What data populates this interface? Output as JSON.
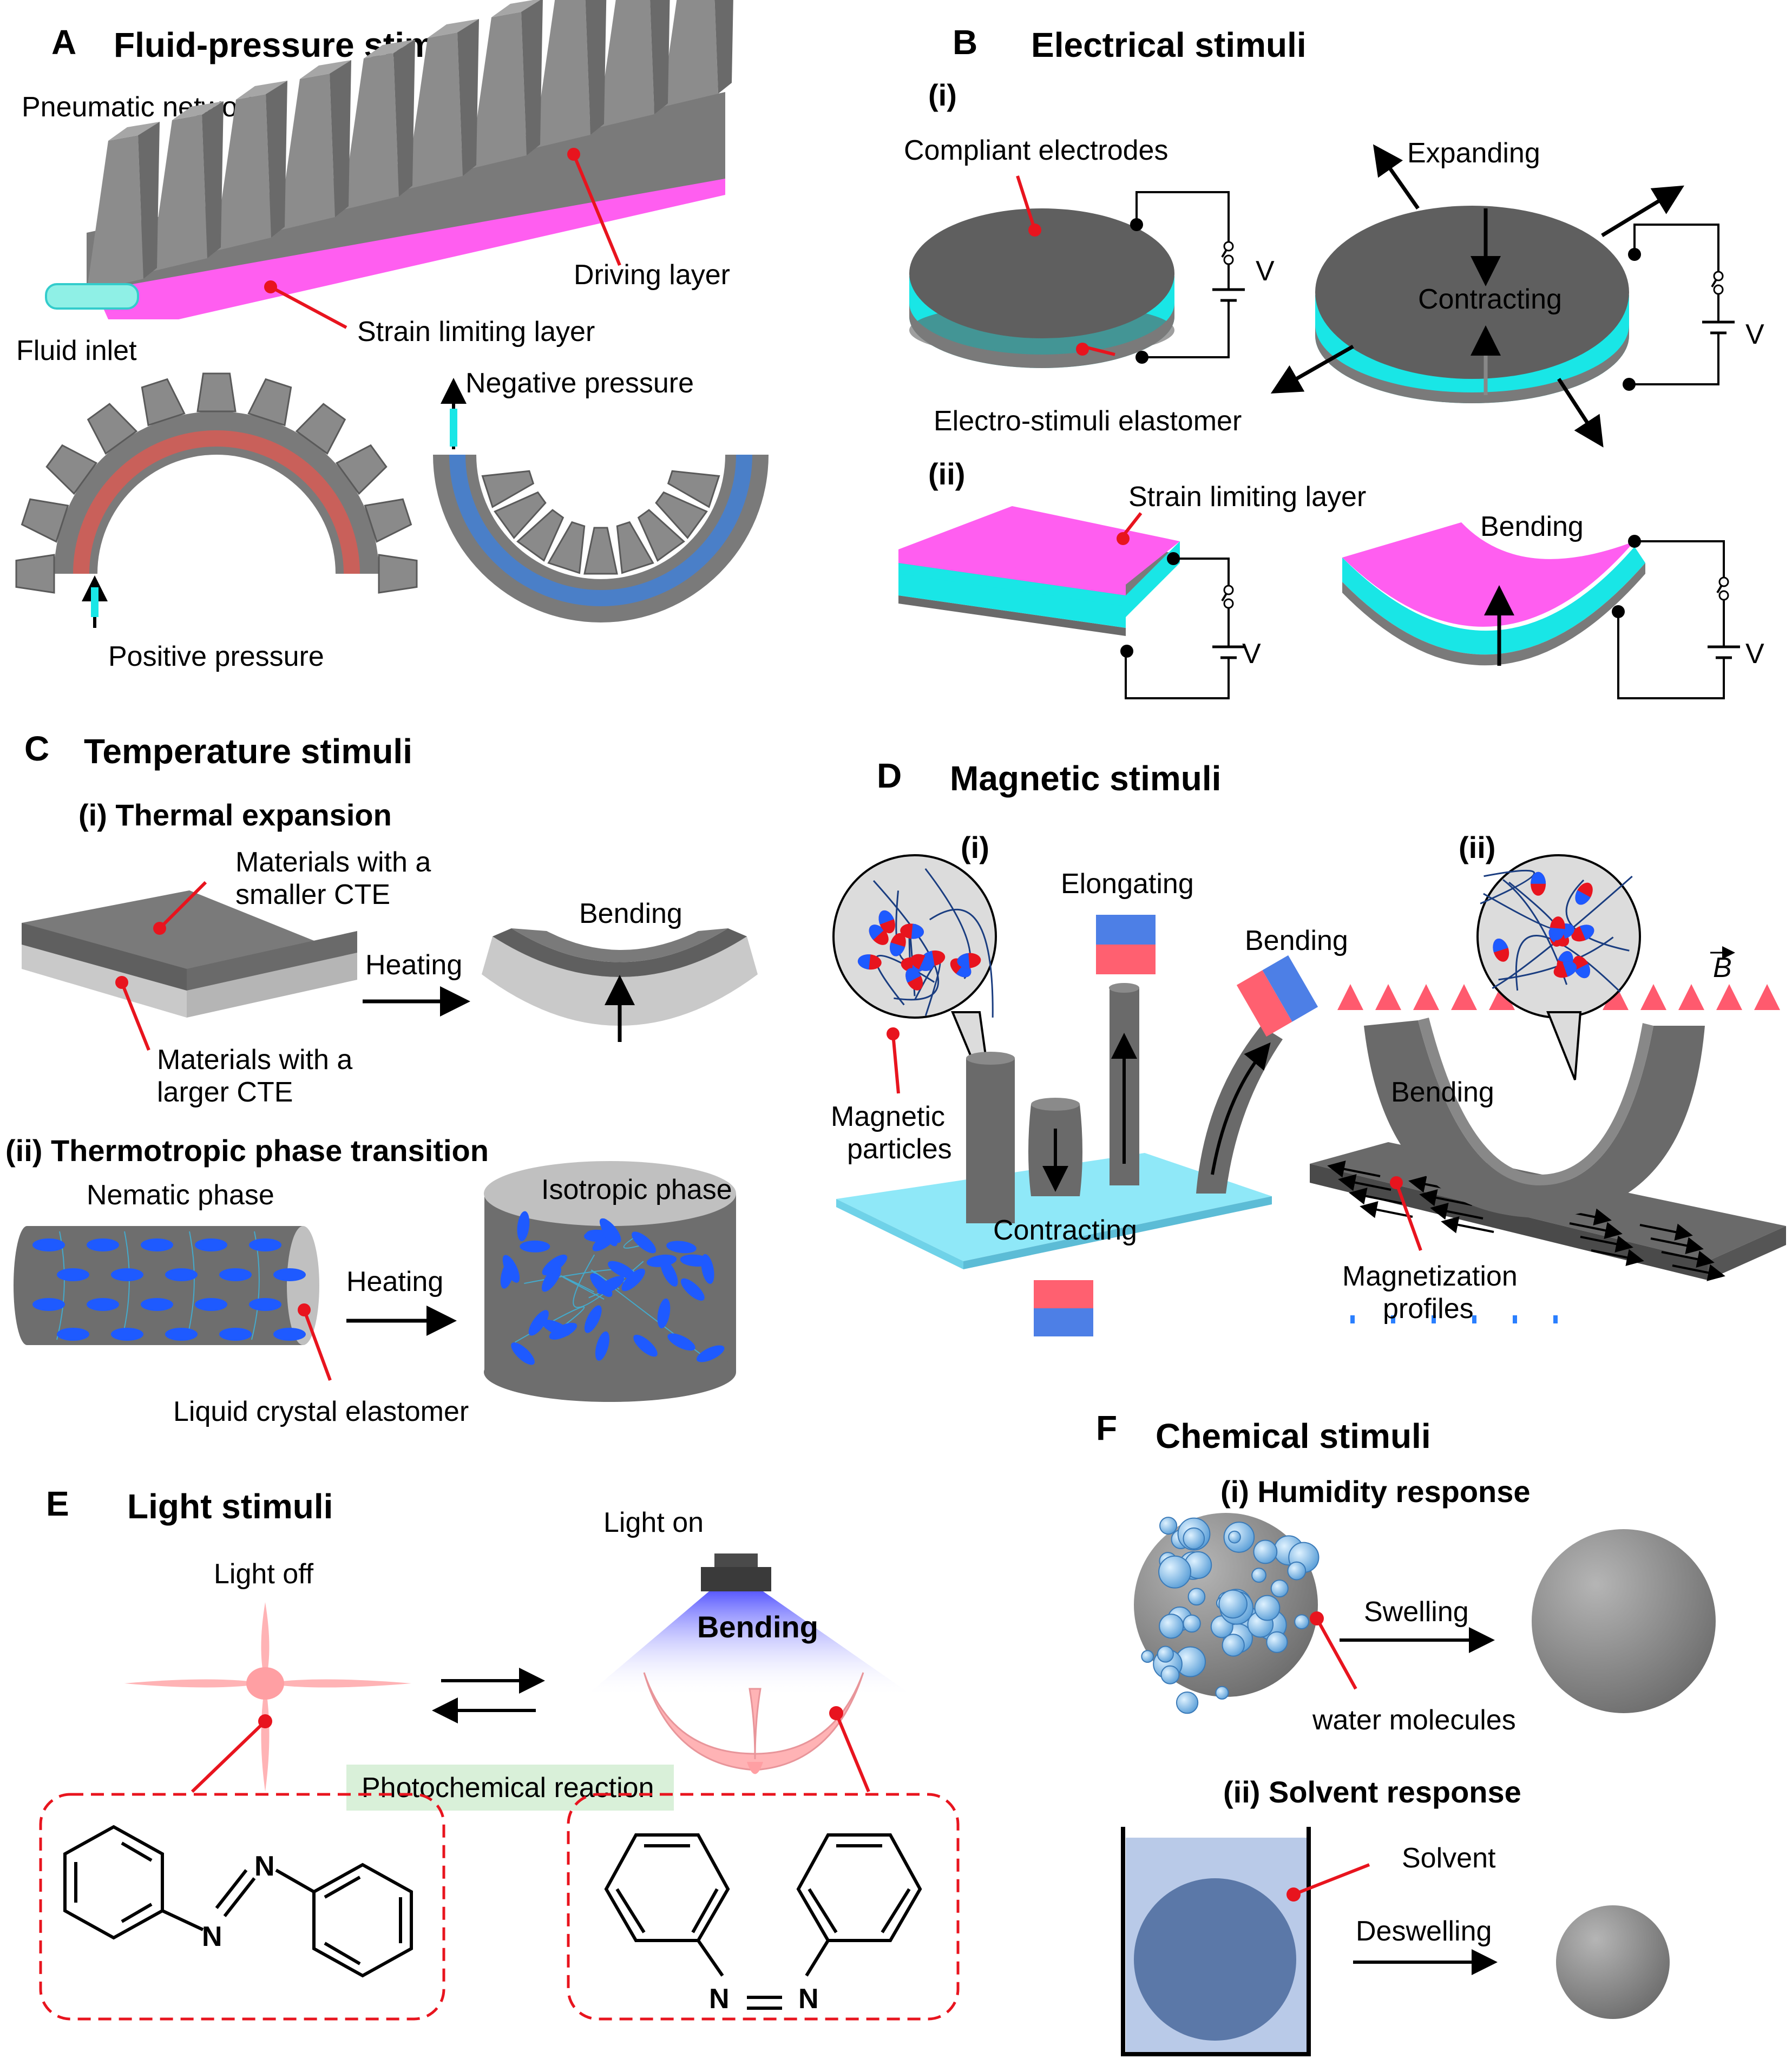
{
  "panels": {
    "A": {
      "letter": "A",
      "title": "Fluid-pressure stimuli",
      "labels": {
        "pneumatic_network": "Pneumatic network",
        "driving_layer": "Driving layer",
        "strain_limiting_layer": "Strain limiting layer",
        "fluid_inlet": "Fluid inlet",
        "negative_pressure": "Negative pressure",
        "positive_pressure": "Positive pressure"
      }
    },
    "B": {
      "letter": "B",
      "title": "Electrical stimuli",
      "sub_i": "(i)",
      "sub_ii": "(ii)",
      "labels": {
        "compliant_electrodes": "Compliant electrodes",
        "expanding": "Expanding",
        "contracting": "Contracting",
        "electro_elastomer": "Electro-stimuli elastomer",
        "strain_limiting_layer": "Strain limiting layer",
        "bending": "Bending",
        "voltage": "V"
      }
    },
    "C": {
      "letter": "C",
      "title": "Temperature stimuli",
      "sub_i": "(i) Thermal expansion",
      "sub_ii": "(ii) Thermotropic phase transition",
      "labels": {
        "smaller_cte_1": "Materials with a",
        "smaller_cte_2": "smaller CTE",
        "larger_cte_1": "Materials with a",
        "larger_cte_2": "larger CTE",
        "heating": "Heating",
        "bending": "Bending",
        "nematic": "Nematic phase",
        "isotropic": "Isotropic phase",
        "lce": "Liquid crystal elastomer"
      }
    },
    "D": {
      "letter": "D",
      "title": "Magnetic stimuli",
      "sub_i": "(i)",
      "sub_ii": "(ii)",
      "labels": {
        "elongating": "Elongating",
        "bending": "Bending",
        "magnetic_particles_1": "Magnetic",
        "magnetic_particles_2": "particles",
        "contracting": "Contracting",
        "bending_ii": "Bending",
        "magnetization_1": "Magnetization",
        "magnetization_2": "profiles",
        "b_field": "B"
      }
    },
    "E": {
      "letter": "E",
      "title": "Light stimuli",
      "labels": {
        "light_off": "Light off",
        "light_on": "Light on",
        "bending": "Bending",
        "photochemical": "Photochemical reaction",
        "n": "N"
      }
    },
    "F": {
      "letter": "F",
      "title": "Chemical stimuli",
      "sub_i": "(i) Humidity response",
      "sub_ii": "(ii) Solvent response",
      "labels": {
        "swelling": "Swelling",
        "water": "water molecules",
        "solvent": "Solvent",
        "deswelling": "Deswelling"
      }
    }
  },
  "colors": {
    "gray_dark": "#5f5f5f",
    "gray_mid": "#8c8c8c",
    "cyan": "#19e6e6",
    "magenta": "#ff5ef0",
    "red": "#e8141e",
    "blue": "#1e5aff",
    "pink": "#ff6070",
    "solvent": "#7f9fd6"
  }
}
